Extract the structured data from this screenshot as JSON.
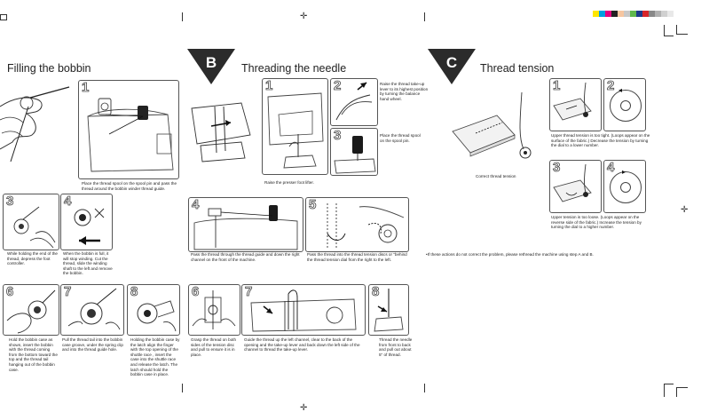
{
  "sections": {
    "filling": {
      "title": "Filling the bobbin"
    },
    "threading": {
      "letter": "B",
      "title": "Threading the needle"
    },
    "tension": {
      "letter": "C",
      "title": "Thread tension"
    }
  },
  "steps": {
    "a1": {
      "num": "1",
      "caption": "Place the thread spool on the spool pin and pass the thread around the bobbin winder thread guide."
    },
    "a3": {
      "num": "3",
      "caption": "While holding the end of the thread, depress the foot controller."
    },
    "a4": {
      "num": "4",
      "caption": "When the bobbin is full, it will stop winding. Cut the thread, slide the winding shaft to the left and remove the bobbin."
    },
    "a6": {
      "num": "6",
      "caption": "Hold the bobbin case as shown, insert the bobbin with the thread coming from the bottom toward the top and the thread tail hanging out of the bobbin case."
    },
    "a7": {
      "num": "7",
      "caption": "Pull the thread tail into the bobbin case groove, under the spring clip and into the thread guide hole."
    },
    "a8": {
      "num": "8",
      "caption": "Holding the bobbin case by the latch align the finger with the top opening of the shuttle race , insert the case into the shuttle race and release the latch. The latch should hold the bobbin case in place."
    },
    "b1": {
      "num": "1",
      "caption": "Raise the presser foot lifter."
    },
    "b2": {
      "num": "2",
      "caption": "Raise the thread take-up lever to its highest position by turning the balance hand wheel."
    },
    "b3": {
      "num": "3",
      "caption": "Place the thread spool on the spool pin."
    },
    "b4": {
      "num": "4",
      "caption": "Pass the thread through the thread guide and down the right channel on the front of the machine."
    },
    "b5": {
      "num": "5",
      "caption": "Pass the thread into the thread tension discs or \"behind the thread tension dial from the right to the left."
    },
    "b6": {
      "num": "6",
      "caption": "Grasp the thread on both sides of the tension disc and pull to ensure it is in place."
    },
    "b7": {
      "num": "7",
      "caption": "Guide the thread up the left channel, clear to the back of the opening and the take-up lever and back down the left side of the channel to thread the take-up lever."
    },
    "b8": {
      "num": "8",
      "caption": "Thread the needle from front to back and pull out about 5\" of thread."
    },
    "c_correct": {
      "caption": "Correct thread tension"
    },
    "c1": {
      "num": "1"
    },
    "c2": {
      "num": "2",
      "caption": "Upper thread tension is too tight. (Loops appear on the surface of the fabric.) Decrease the tension by turning the dial to a lower number."
    },
    "c3": {
      "num": "3"
    },
    "c4": {
      "num": "4",
      "caption": "Upper tension is too loose. (Loops appear on the reverse side of the fabric.) Increase the tension by turning the dial to a higher number."
    },
    "c_note": {
      "caption": "•If these actions do not correct the problem, please rethread the machine using step A and B."
    }
  },
  "colors": {
    "badge": "#2b2b2b",
    "swatches": [
      "#ffe600",
      "#00a0e0",
      "#e4007f",
      "#222222",
      "#f6c6a0",
      "#c8c8c8",
      "#5fb84c",
      "#1d3a8a",
      "#d8252a",
      "#888888",
      "#b0b0b0",
      "#d0d0d0",
      "#e8e8e8"
    ]
  },
  "icons": {
    "registration": "crosshair-icon"
  }
}
